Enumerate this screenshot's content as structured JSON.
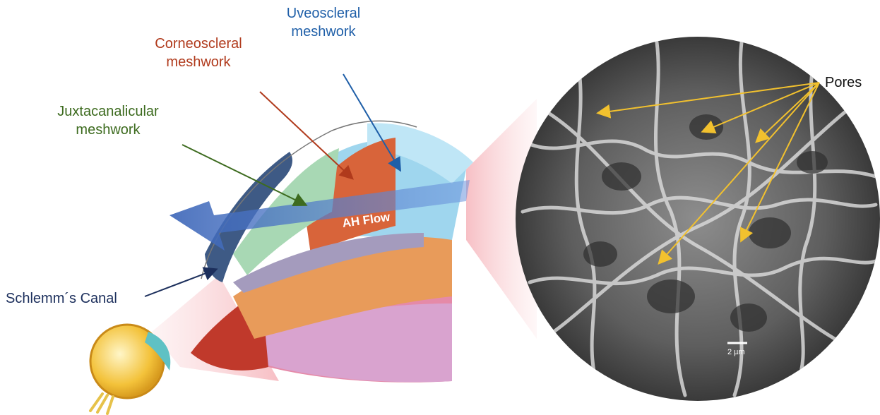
{
  "labels": {
    "uveoscleral": [
      "Uveoscleral",
      "meshwork"
    ],
    "corneoscleral": [
      "Corneoscleral",
      "meshwork"
    ],
    "juxtacanalicular": [
      "Juxtacanalicular",
      "meshwork"
    ],
    "schlemm": "Schlemm´s Canal",
    "pores": "Pores",
    "flow": "AH Flow",
    "scale_bar": "2 µm"
  },
  "colors": {
    "uveoscleral": "#1f5fa8",
    "corneoscleral": "#b03a1c",
    "juxtacanalicular": "#3d6b1f",
    "schlemm": "#1c2f5c",
    "pores_arrow": "#f2c12e",
    "flow_arrow": "#4a78c9"
  }
}
